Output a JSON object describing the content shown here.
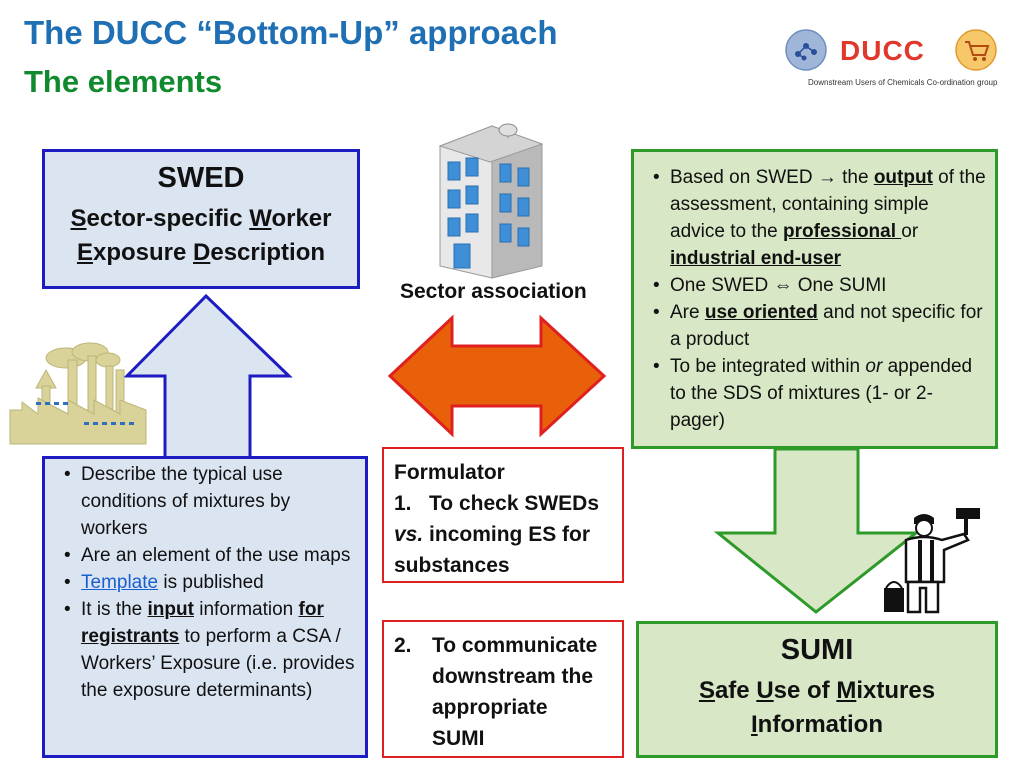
{
  "header": {
    "title": "The DUCC “Bottom-Up” approach",
    "subtitle": "The elements"
  },
  "logo": {
    "text": "DUCC",
    "caption": "Downstream Users of Chemicals Co-ordination group"
  },
  "swed": {
    "heading": "SWED",
    "line1": {
      "i1": "S",
      "t1": "ector-specific ",
      "i2": "W",
      "t2": "orker"
    },
    "line2": {
      "i1": "E",
      "t1": "xposure ",
      "i2": "D",
      "t2": "escription"
    }
  },
  "sector": {
    "label": "Sector association"
  },
  "swed_notes": {
    "b1": "Describe the typical use conditions of mixtures by workers",
    "b2": "Are an element of the use maps",
    "b3": {
      "link": "Template",
      "rest": " is published"
    },
    "b4": {
      "p1": "It is the ",
      "k1": "input",
      "p2": " information ",
      "k2": "for registrants",
      "p3": " to perform a CSA / Workers’ Exposure (i.e. provides the exposure determinants)"
    }
  },
  "sumi_notes": {
    "b1": {
      "p1": "Based on SWED ",
      "arrow": "→",
      "p2": " the ",
      "k1": "output",
      "p3": " of the assessment, containing simple advice to the ",
      "k2": "professional ",
      "p4": "or ",
      "k3": "industrial end-user"
    },
    "b2": {
      "p1": "One SWED ",
      "arrow": "⇔",
      "p2": " One SUMI"
    },
    "b3": {
      "p1": "Are ",
      "k1": "use oriented",
      "p2": " and not specific for a product"
    },
    "b4": {
      "p1": "To be integrated within ",
      "em": "or",
      "p2": " appended to the SDS of mixtures (1- or 2-pager)"
    }
  },
  "formulator": {
    "heading": "Formulator",
    "item1_num": "1.",
    "item1_p1": "To check SWEDs",
    "item1_em": "vs.",
    "item1_p2": " incoming ES for substances"
  },
  "formulator2": {
    "num": "2.",
    "l1": "To communicate",
    "l2": "downstream the",
    "l3": "appropriate",
    "l4": "SUMI"
  },
  "sumi": {
    "heading": "SUMI",
    "line1": {
      "i1": "S",
      "t1": "afe ",
      "i2": "U",
      "t2": "se of ",
      "i3": "M",
      "t3": "ixtures"
    },
    "line2": {
      "i1": "I",
      "t1": "nformation"
    }
  },
  "colors": {
    "title": "#1f6fb5",
    "subtitle": "#0f8a2c",
    "blue_border": "#1c1cc2",
    "blue_fill": "#dbe4f1",
    "green_border": "#2e9a2a",
    "green_fill": "#d8e7c5",
    "red_border": "#e02020",
    "arrow_fill": "#e8610a"
  },
  "icons": [
    "factory-icon",
    "office-building-icon",
    "painter-worker-icon",
    "molecule-icon",
    "shopping-cart-icon"
  ]
}
